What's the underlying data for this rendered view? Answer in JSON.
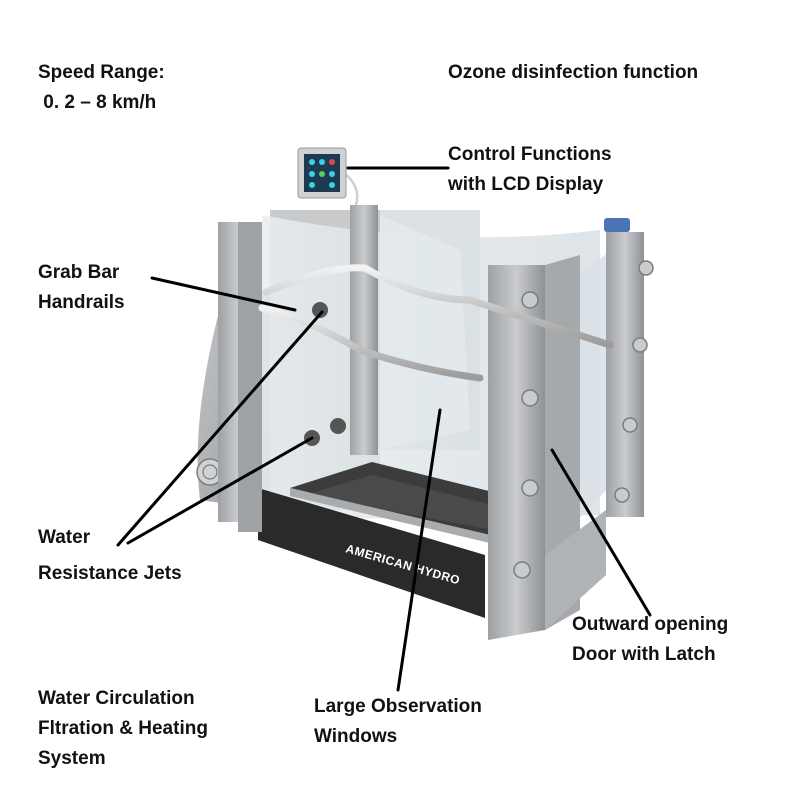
{
  "labels": {
    "speed_range": [
      "Speed Range:",
      " 0. 2 – 8 km/h"
    ],
    "ozone": [
      "Ozone disinfection function"
    ],
    "control": [
      "Control Functions",
      "with LCD Display"
    ],
    "grab_bar": [
      "Grab Bar",
      "Handrails"
    ],
    "jets": [
      "Water",
      "Resistance Jets"
    ],
    "circulation": [
      "Water Circulation",
      "Fltration & Heating",
      "System"
    ],
    "windows": [
      "Large Observation",
      "Windows"
    ],
    "door": [
      "Outward opening",
      "Door with Latch"
    ]
  },
  "brand_text": "AMERICAN HYDRO",
  "colors": {
    "text": "#111111",
    "frame": "#b4b6b8",
    "frame_dark": "#8d9093",
    "glass": "#dfe6ea",
    "base": "#2a2a2a",
    "belt": "#3c3c3c",
    "screen": "#1c3a52"
  }
}
